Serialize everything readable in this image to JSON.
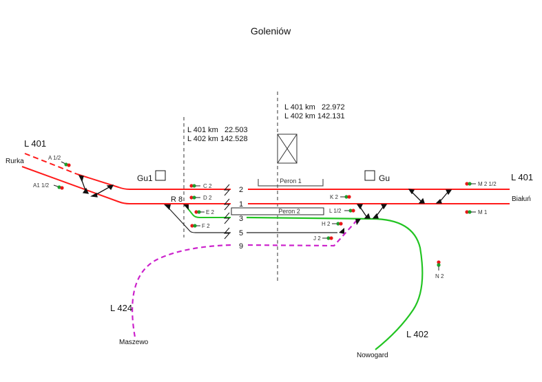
{
  "title": "Goleniów",
  "colors": {
    "main_line": "#ff1a1a",
    "line_402": "#22c422",
    "line_424": "#cc22cc",
    "secondary": "#222222",
    "signal_red": "#e81818",
    "signal_green": "#1c9e2c"
  },
  "lines": {
    "l401_west": "L 401",
    "l401_east": "L 401",
    "l424": "L 424",
    "l402": "L 402"
  },
  "places": {
    "rurka": "Rurka",
    "bialun": "Białuń",
    "maszewo": "Maszewo",
    "nowogard": "Nowogard"
  },
  "kilometrage": {
    "west": [
      "L 401 km   22.503",
      "L 402 km 142.528"
    ],
    "center": [
      "L 401 km   22.972",
      "L 402 km 142.131"
    ]
  },
  "tracks": [
    "2",
    "1",
    "3",
    "5",
    "9"
  ],
  "platforms": [
    "Peron 1",
    "Peron 2"
  ],
  "signal_boxes": [
    "Gu1",
    "Gu"
  ],
  "junction_label": "R 8",
  "signals": [
    "A 1/2",
    "A1 1/2",
    "C 2",
    "D 2",
    "E 2",
    "F 2",
    "K 2",
    "L 1/2",
    "H 2",
    "J 2",
    "M 2 1/2",
    "M 1",
    "N 2"
  ]
}
